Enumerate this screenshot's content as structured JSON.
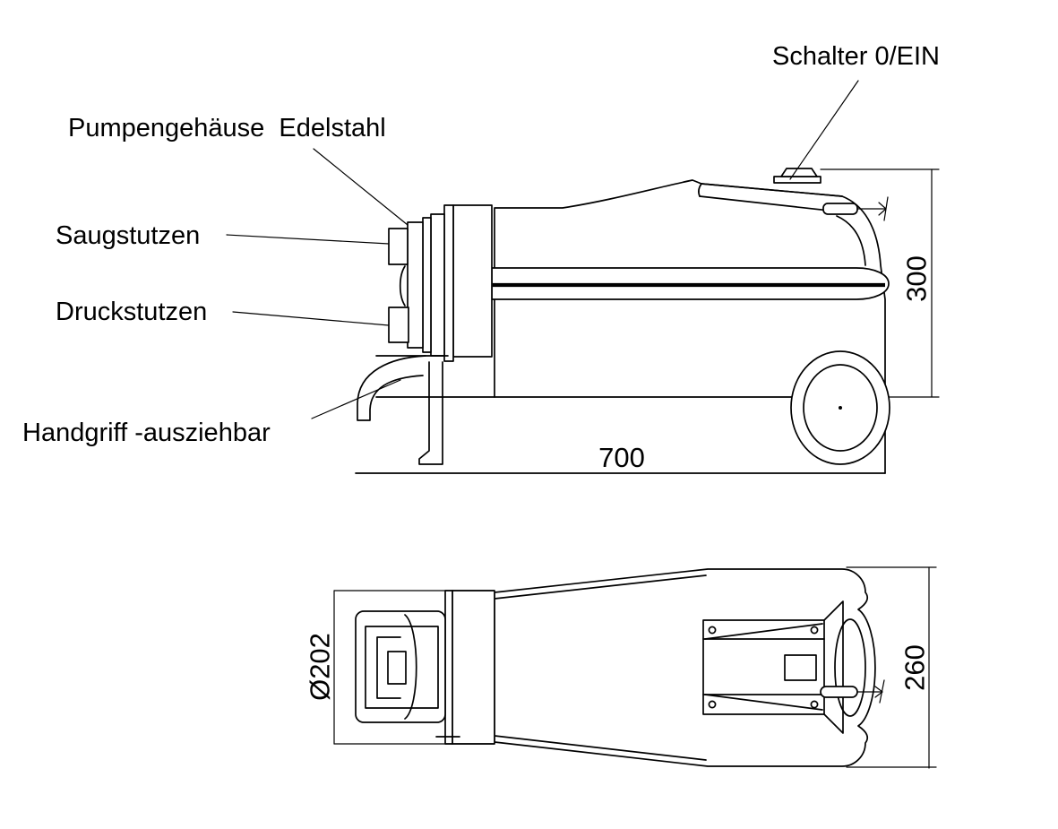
{
  "drawing": {
    "background_color": "#ffffff",
    "line_color": "#000000",
    "description_labels": {
      "switch": "Schalter 0/EIN",
      "pump_housing": "Pumpengehäuse  Edelstahl",
      "suction_port": "Saugstutzen",
      "discharge_port": "Druckstutzen",
      "handle": "Handgriff -ausziehbar"
    },
    "dimensions": {
      "length": "700",
      "height": "300",
      "front_diameter": "Ø202",
      "width": "260"
    }
  }
}
